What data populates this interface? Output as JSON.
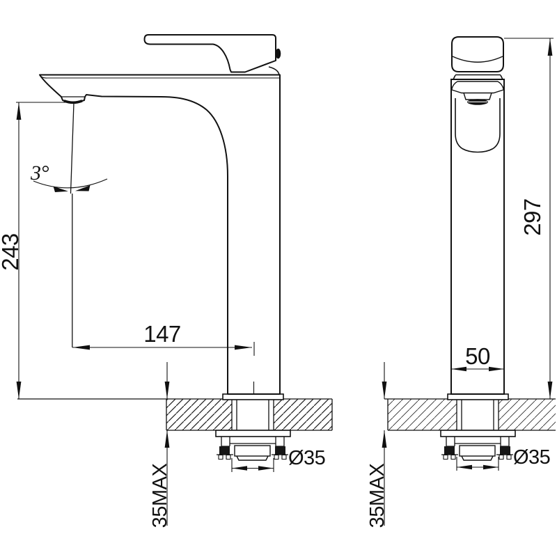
{
  "page": {
    "background": "#ffffff",
    "line_color": "#111111"
  },
  "drawing": {
    "type": "technical-drawing",
    "subject": "tall single-lever basin mixer tap, side and front elevations with installation dimensions",
    "units": "mm",
    "side_view": {
      "spout_height": "243",
      "spout_reach": "147",
      "spray_angle": "3°",
      "deck_thickness_max": "35MAX",
      "hole_diameter": "Ø35"
    },
    "front_view": {
      "overall_height": "297",
      "body_width": "50",
      "deck_thickness_max": "35MAX",
      "hole_diameter": "Ø35"
    }
  }
}
